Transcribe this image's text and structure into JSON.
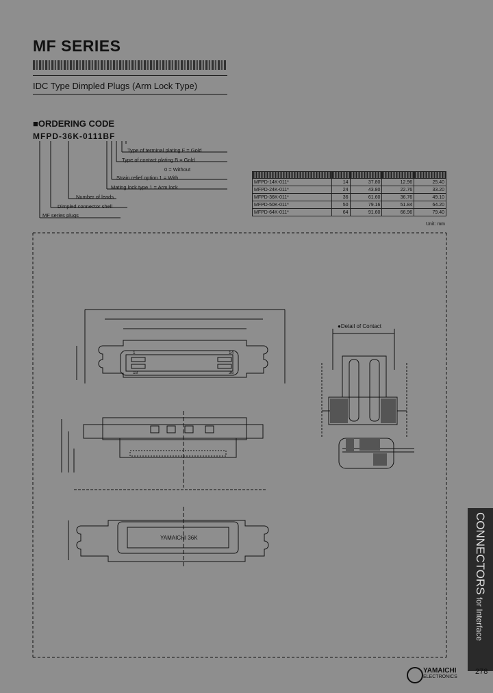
{
  "header": {
    "series_title": "MF SERIES",
    "subtitle": "IDC Type Dimpled Plugs (Arm Lock Type)"
  },
  "ordering": {
    "section_title": "■ORDERING CODE",
    "code": "MFPD-36K-0111BF",
    "callouts": [
      "Type of terminal plating F = Gold",
      "Type of contact plating B = Gold",
      "0 = Without",
      "Strain relief option 1 = With",
      "Mating lock type 1 = Arm lock",
      "Number of leads",
      "Dimpled connector shell",
      "MF series plugs"
    ]
  },
  "spec_table": {
    "rows": [
      [
        "MFPD-14K-011*",
        "14",
        "37.80",
        "12.96",
        "25.40"
      ],
      [
        "MFPD-24K-011*",
        "24",
        "43.80",
        "22.76",
        "33.20"
      ],
      [
        "MFPD-36K-011*",
        "36",
        "61.60",
        "36.76",
        "49.10"
      ],
      [
        "MFPD-50K-011*",
        "50",
        "79.16",
        "51.84",
        "64.20"
      ],
      [
        "MFPD-64K-011*",
        "64",
        "91.60",
        "66.96",
        "79.40"
      ]
    ],
    "units": "Unit: mm"
  },
  "drawing": {
    "detail_label": "●Detail of Contact",
    "pin_labels": [
      "1",
      "14",
      "18",
      "36"
    ],
    "body_text": "YAMAICHI 36K"
  },
  "side_tab": {
    "main": "CONNECTORS",
    "sub": " for Interface"
  },
  "footer": {
    "brand": "YAMAICHI",
    "brand_sub": "ELECTRONICS",
    "page_number": "278"
  }
}
